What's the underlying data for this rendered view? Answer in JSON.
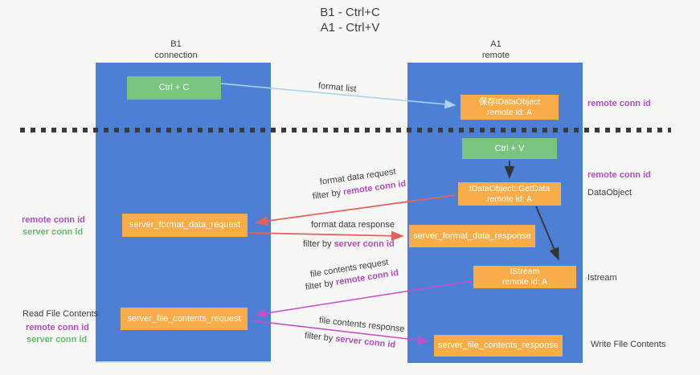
{
  "title": {
    "line1": "B1 - Ctrl+C",
    "line2": "A1 - Ctrl+V"
  },
  "lifelines": {
    "b1": {
      "name": "B1",
      "role": "connection"
    },
    "a1": {
      "name": "A1",
      "role": "remote"
    }
  },
  "boxes": {
    "ctrl_c": {
      "label": "Ctrl + C"
    },
    "saved_dataobject": {
      "line1": "保存IDataObject",
      "line2": "remote id: A"
    },
    "ctrl_v": {
      "label": "Ctrl + V"
    },
    "getdata": {
      "line1": "IDataObject::GetData",
      "line2": "remote id: A"
    },
    "format_request": {
      "label": "server_format_data_request"
    },
    "format_response": {
      "label": "server_format_data_response"
    },
    "istream": {
      "line1": "IStream",
      "line2": "remote id: A"
    },
    "file_request": {
      "label": "server_file_contents_request"
    },
    "file_response": {
      "label": "server_file_contents_response"
    }
  },
  "edge_labels": {
    "format_list": "format list",
    "format_data_request": "format data request",
    "format_data_response": "format data response",
    "file_contents_request": "file contents request",
    "file_contents_response": "file contents response",
    "filter_by": "filter by",
    "remote_conn_id": "remote conn id",
    "server_conn_id": "server conn id"
  },
  "side_labels": {
    "remote_conn_id_top_right": "remote conn id",
    "remote_conn_id_mid_right": "remote conn id",
    "dataobject": "DataObject",
    "istream": "Istream",
    "write_file_contents": "Write File Contents",
    "read_file_contents": "Read File Contents",
    "remote_conn_id_mid_left": "remote conn id",
    "server_conn_id_mid_left": "server conn id",
    "remote_conn_id_bottom_left": "remote conn id",
    "server_conn_id_bottom_left": "server conn id"
  },
  "colors": {
    "bg": "#f7f7f6",
    "lifeline_blue": "#4d80d5",
    "box_orange": "#f9ad49",
    "box_green": "#79c57e",
    "arrow_red": "#e4615c",
    "arrow_magenta": "#ca4bca",
    "arrow_blue": "#a9d3ee",
    "arrow_black": "#333333",
    "text_purple": "#b14cc3",
    "text_green": "#63bd6a",
    "text_dark": "#3d3d3d",
    "dash_color": "#3a3a3a"
  }
}
